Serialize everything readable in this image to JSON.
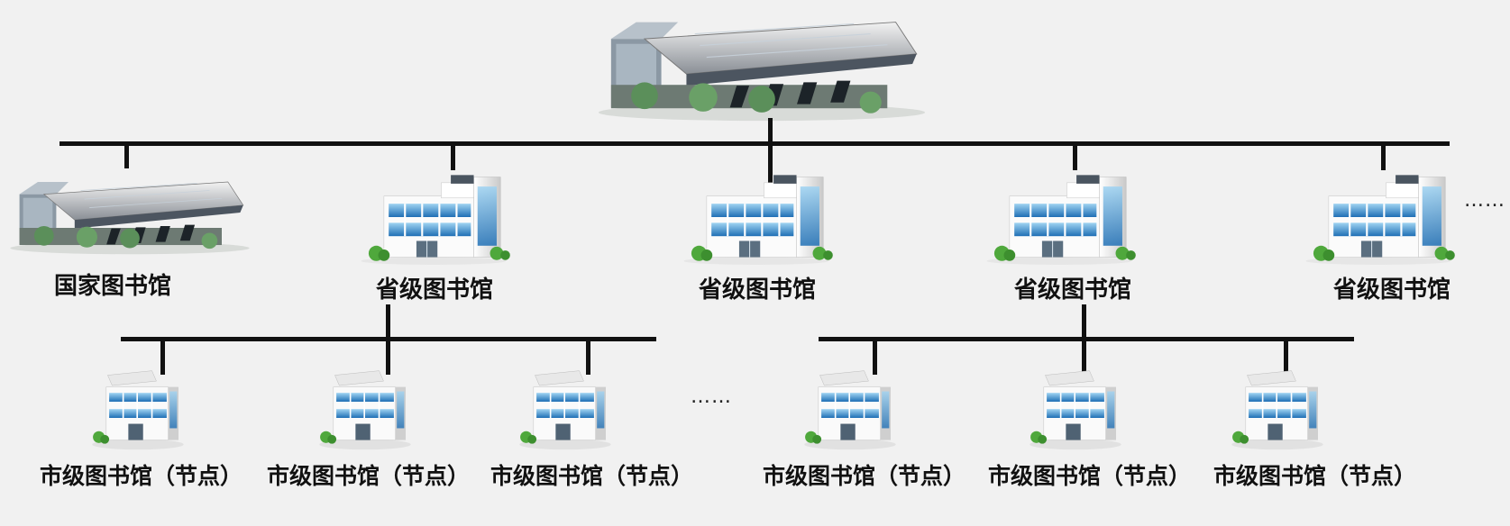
{
  "national": {
    "label": "国家图书馆"
  },
  "provincial": [
    {
      "label": "省级图书馆"
    },
    {
      "label": "省级图书馆"
    },
    {
      "label": "省级图书馆"
    },
    {
      "label": "省级图书馆"
    }
  ],
  "provincial_more": "……",
  "cities": [
    {
      "label": "市级图书馆（节点）"
    },
    {
      "label": "市级图书馆（节点）"
    },
    {
      "label": "市级图书馆（节点）"
    },
    {
      "label": "市级图书馆（节点）"
    },
    {
      "label": "市级图书馆（节点）"
    },
    {
      "label": "市级图书馆（节点）"
    }
  ],
  "cities_more": "……"
}
